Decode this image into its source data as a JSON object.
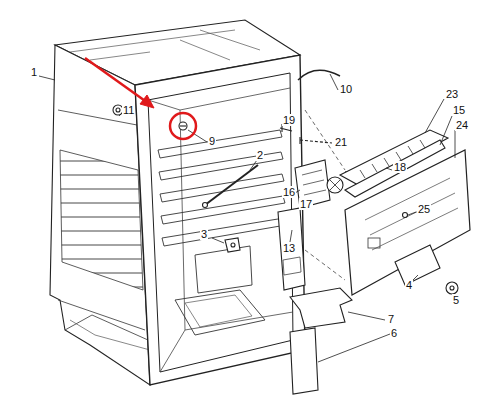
{
  "diagram": {
    "labels": [
      "1",
      "11",
      "9",
      "2",
      "10",
      "19",
      "21",
      "23",
      "15",
      "24",
      "18",
      "16",
      "17",
      "25",
      "3",
      "13",
      "4",
      "5",
      "7",
      "6"
    ]
  }
}
